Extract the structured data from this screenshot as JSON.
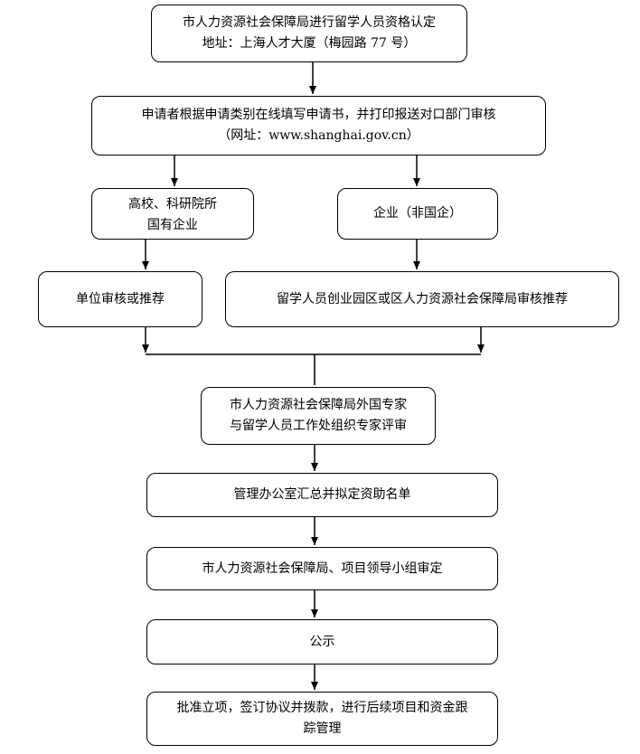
{
  "flow": {
    "step1": {
      "line1": "市人力资源社会保障局进行留学人员资格认定",
      "line2": "地址：上海人才大厦（梅园路 77 号）"
    },
    "step2": {
      "line1": "申请者根据申请类别在线填写申请书，并打印报送对口部门审核",
      "line2": "（网址：www.shanghai.gov.cn）"
    },
    "branch_left": {
      "line1": "高校、科研院所",
      "line2": "国有企业"
    },
    "branch_right": {
      "line1": "企业（非国企）"
    },
    "review_left": {
      "line1": "单位审核或推荐"
    },
    "review_right": {
      "line1": "留学人员创业园区或区人力资源社会保障局审核推荐"
    },
    "step_expert": {
      "line1": "市人力资源社会保障局外国专家",
      "line2": "与留学人员工作处组织专家评审"
    },
    "step_summary": {
      "line1": "管理办公室汇总并拟定资助名单"
    },
    "step_approve": {
      "line1": "市人力资源社会保障局、项目领导小组审定"
    },
    "step_publicity": {
      "line1": "公示"
    },
    "step_final": {
      "line1": "批准立项，签订协议并拨款，进行后续项目和资金跟",
      "line2": "踪管理"
    }
  }
}
